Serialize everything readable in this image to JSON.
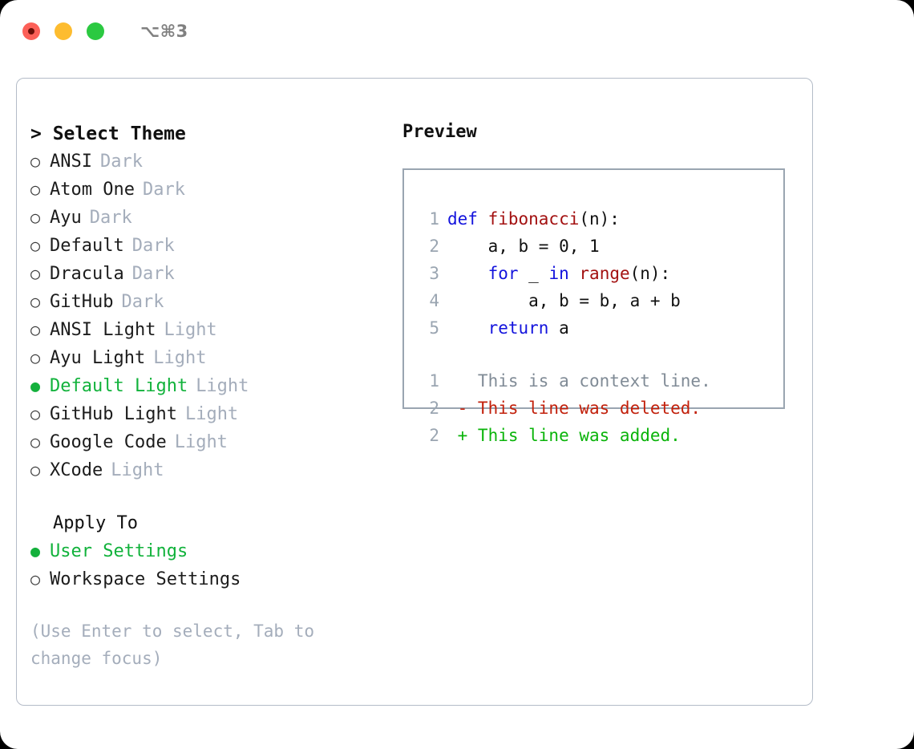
{
  "window": {
    "traffic_lights": [
      "close",
      "minimize",
      "maximize"
    ],
    "shortcut_label": "⌥⌘3",
    "colors": {
      "close": "#fc6058",
      "minimize": "#fdbc2f",
      "maximize": "#2bc941",
      "accent_green": "#11b23b",
      "muted": "#a4adbb",
      "panel_border": "#b4bcc8",
      "preview_border": "#9aa5b1"
    }
  },
  "theme_list": {
    "header": "> Select Theme",
    "bullet_selected": "●",
    "bullet_unselected": "○",
    "items": [
      {
        "label": "ANSI",
        "tag": "Dark",
        "selected": false
      },
      {
        "label": "Atom One",
        "tag": "Dark",
        "selected": false
      },
      {
        "label": "Ayu",
        "tag": "Dark",
        "selected": false
      },
      {
        "label": "Default",
        "tag": "Dark",
        "selected": false
      },
      {
        "label": "Dracula",
        "tag": "Dark",
        "selected": false
      },
      {
        "label": "GitHub",
        "tag": "Dark",
        "selected": false
      },
      {
        "label": "ANSI Light",
        "tag": "Light",
        "selected": false
      },
      {
        "label": "Ayu Light",
        "tag": "Light",
        "selected": false
      },
      {
        "label": "Default Light",
        "tag": "Light",
        "selected": true
      },
      {
        "label": "GitHub Light",
        "tag": "Light",
        "selected": false
      },
      {
        "label": "Google Code",
        "tag": "Light",
        "selected": false
      },
      {
        "label": "XCode",
        "tag": "Light",
        "selected": false
      }
    ]
  },
  "apply_to": {
    "header": "Apply To",
    "items": [
      {
        "label": "User Settings",
        "selected": true
      },
      {
        "label": "Workspace Settings",
        "selected": false
      }
    ]
  },
  "hint": "(Use Enter to select, Tab to change focus)",
  "preview": {
    "title": "Preview",
    "code_lines": [
      {
        "num": "1",
        "tokens": [
          {
            "text": "def ",
            "type": "keyword"
          },
          {
            "text": "fibonacci",
            "type": "function"
          },
          {
            "text": "(n):",
            "type": "plain"
          }
        ]
      },
      {
        "num": "2",
        "tokens": [
          {
            "text": "    a, b = 0, 1",
            "type": "plain"
          }
        ]
      },
      {
        "num": "3",
        "tokens": [
          {
            "text": "    ",
            "type": "plain"
          },
          {
            "text": "for",
            "type": "keyword"
          },
          {
            "text": " _ ",
            "type": "plain"
          },
          {
            "text": "in",
            "type": "keyword"
          },
          {
            "text": " ",
            "type": "plain"
          },
          {
            "text": "range",
            "type": "function"
          },
          {
            "text": "(n):",
            "type": "plain"
          }
        ]
      },
      {
        "num": "4",
        "tokens": [
          {
            "text": "        a, b = b, a + b",
            "type": "plain"
          }
        ]
      },
      {
        "num": "5",
        "tokens": [
          {
            "text": "    ",
            "type": "plain"
          },
          {
            "text": "return",
            "type": "keyword"
          },
          {
            "text": " a",
            "type": "plain"
          }
        ]
      }
    ],
    "diff_lines": [
      {
        "num": "1",
        "marker": "  ",
        "text": "This is a context line.",
        "kind": "context"
      },
      {
        "num": "2",
        "marker": "- ",
        "text": "This line was deleted.",
        "kind": "deleted"
      },
      {
        "num": "2",
        "marker": "+ ",
        "text": "This line was added.",
        "kind": "added"
      }
    ]
  }
}
